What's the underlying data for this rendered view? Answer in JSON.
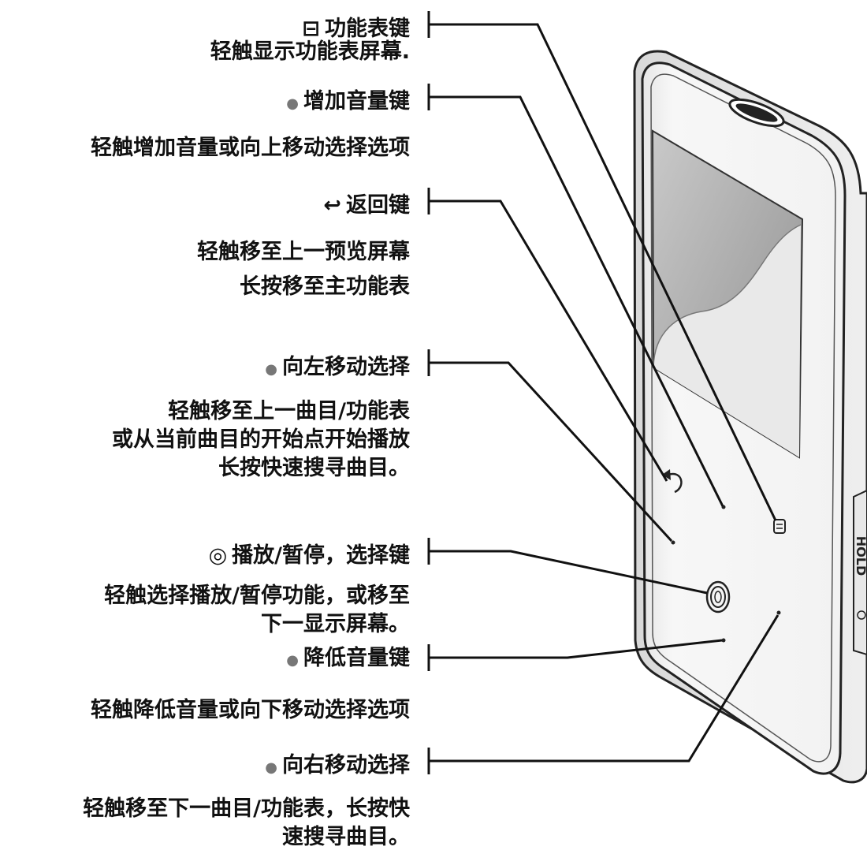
{
  "callouts": {
    "menu": {
      "icon": "menu-icon",
      "title": "功能表键",
      "desc": [
        "轻触显示功能表屏幕."
      ]
    },
    "vol_up": {
      "icon": "bullet-dot",
      "title": "增加音量键",
      "desc": [
        "轻触增加音量或向上移动选择选项"
      ]
    },
    "back": {
      "icon": "back-arrow-icon",
      "title": "返回键",
      "desc": [
        "轻触移至上一预览屏幕",
        "长按移至主功能表"
      ]
    },
    "left": {
      "icon": "bullet-dot",
      "title": "向左移动选择",
      "desc": [
        "轻触移至上一曲目/功能表",
        "或从当前曲目的开始点开始播放",
        "长按快速搜寻曲目。"
      ]
    },
    "play": {
      "icon": "play-select-icon",
      "title": "播放/暂停，选择键",
      "desc": [
        "轻触选择播放/暂停功能，或移至",
        "下一显示屏幕。"
      ]
    },
    "vol_down": {
      "icon": "bullet-dot",
      "title": "降低音量键",
      "desc": [
        "轻触降低音量或向下移动选择选项"
      ]
    },
    "right": {
      "icon": "bullet-dot",
      "title": "向右移动选择",
      "desc": [
        "轻触移至下一曲目/功能表，长按快",
        "速搜寻曲目。"
      ]
    }
  },
  "device": {
    "side_label": "HOLD"
  }
}
